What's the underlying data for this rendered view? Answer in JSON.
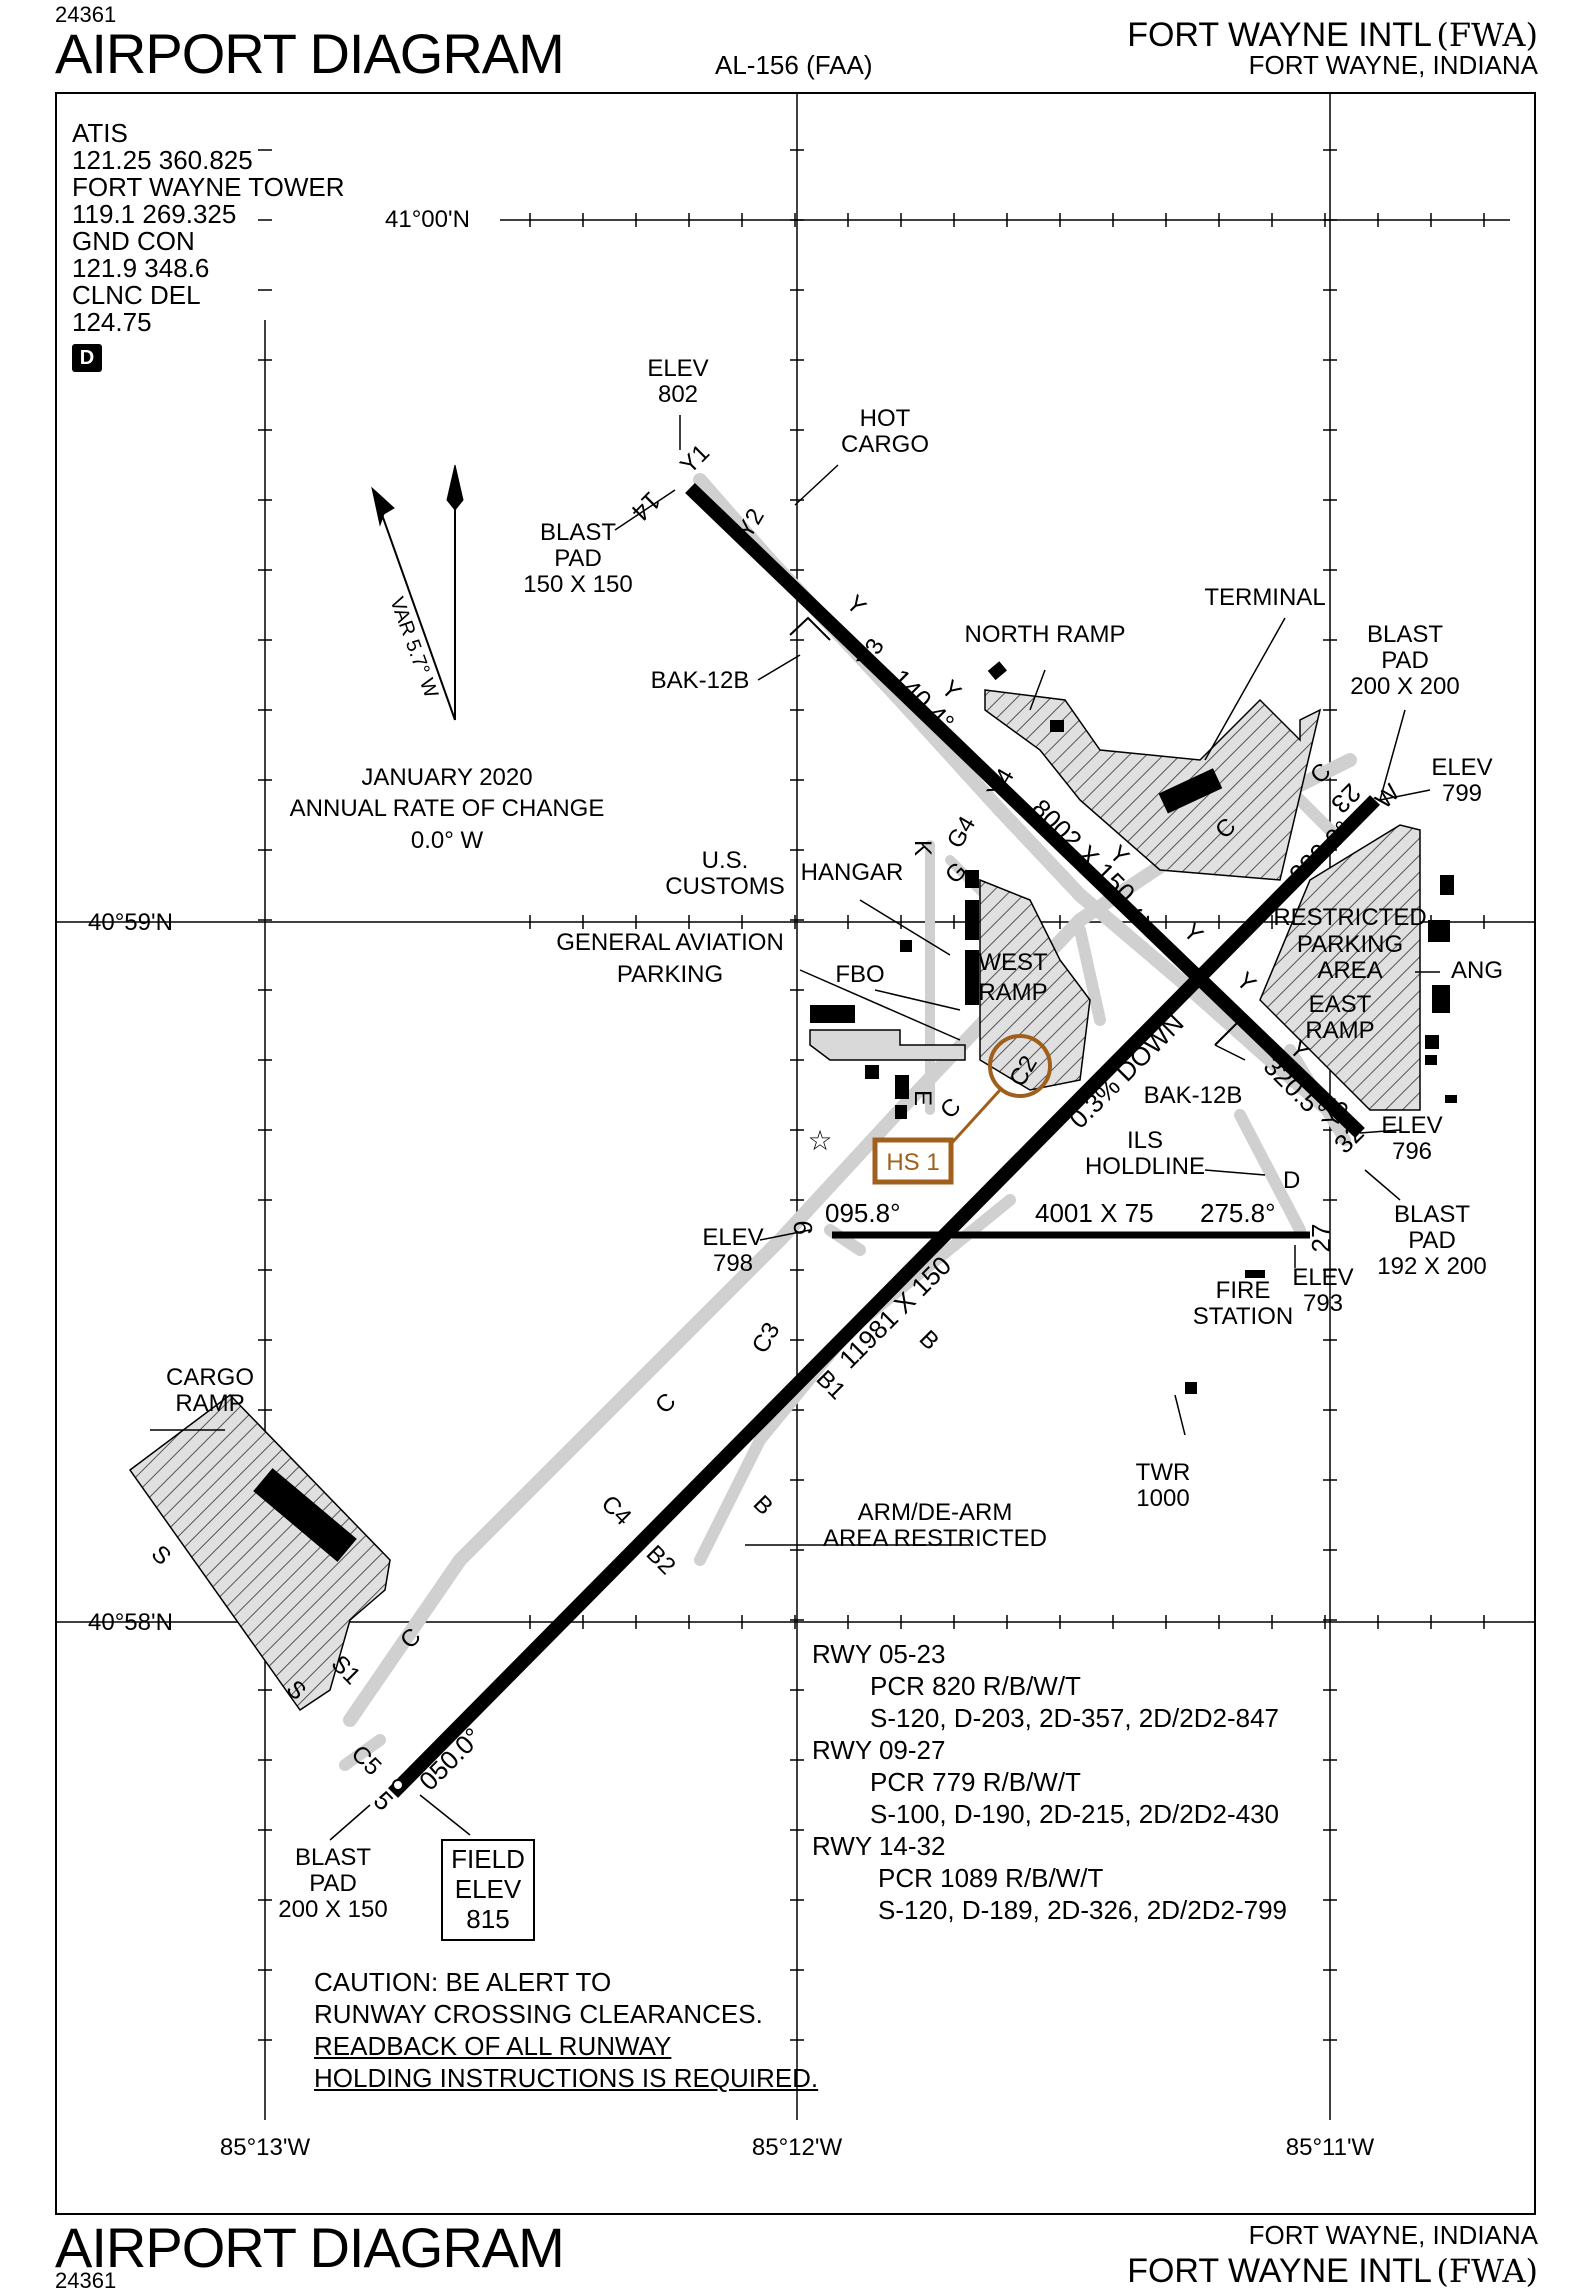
{
  "header": {
    "id_top": "24361",
    "title_top": "AIRPORT DIAGRAM",
    "chart_number": "AL-156 (FAA)",
    "airport_name": "FORT WAYNE INTL",
    "airport_code": "(FWA)",
    "city_state": "FORT WAYNE, INDIANA"
  },
  "footer": {
    "title": "AIRPORT DIAGRAM",
    "id": "24361",
    "city_state": "FORT WAYNE, INDIANA",
    "airport_name": "FORT WAYNE INTL",
    "airport_code": "(FWA)"
  },
  "frequencies": [
    {
      "label": "ATIS",
      "value": "121.25  360.825"
    },
    {
      "label": "FORT WAYNE TOWER",
      "value": "119.1  269.325"
    },
    {
      "label": "GND CON",
      "value": "121.9  348.6"
    },
    {
      "label": "CLNC DEL",
      "value": "124.75"
    }
  ],
  "d_badge": "D",
  "coordinates": {
    "lat_top": "41°00'N",
    "lat_mid": "40°59'N",
    "lat_bottom": "40°58'N",
    "lon_left": "85°13'W",
    "lon_mid": "85°12'W",
    "lon_right": "85°11'W"
  },
  "variation": {
    "var_label": "VAR 5.7° W",
    "date": "JANUARY 2020",
    "rate_label": "ANNUAL RATE OF CHANGE",
    "rate_value": "0.0° W"
  },
  "runways": {
    "r05_23": {
      "end_a": "5",
      "end_b": "23",
      "heading_a": "050.0°",
      "heading_b": "230.0°",
      "dims": "11981 X 150",
      "slope": "0.3% DOWN"
    },
    "r14_32": {
      "end_a": "14",
      "end_b": "32",
      "heading_a": "140.4°",
      "heading_b": "320.5°",
      "dims": "8002 X 150"
    },
    "r09_27": {
      "end_a": "9",
      "end_b": "27",
      "heading_a": "095.8°",
      "heading_b": "275.8°",
      "dims": "4001 X 75"
    }
  },
  "labels": {
    "elev_word": "ELEV",
    "elev_802": "802",
    "elev_799": "799",
    "elev_796": "796",
    "elev_798": "798",
    "elev_793": "793",
    "blast_word": "BLAST",
    "pad_word": "PAD",
    "bp_14": "150 X 150",
    "bp_23": "200 X 200",
    "bp_32": "192 X 200",
    "bp_5": "200 X 150",
    "hot_cargo_1": "HOT",
    "hot_cargo_2": "CARGO",
    "bak12b": "BAK-12B",
    "north_ramp": "NORTH RAMP",
    "terminal": "TERMINAL",
    "hangar": "HANGAR",
    "us_customs_1": "U.S.",
    "us_customs_2": "CUSTOMS",
    "ga_parking_1": "GENERAL AVIATION",
    "ga_parking_2": "PARKING",
    "fbo": "FBO",
    "west_ramp_1": "WEST",
    "west_ramp_2": "RAMP",
    "restricted_1": "RESTRICTED",
    "restricted_2": "PARKING",
    "restricted_3": "AREA",
    "ang": "ANG",
    "east_ramp_1": "EAST",
    "east_ramp_2": "RAMP",
    "hs1": "HS 1",
    "ils_1": "ILS",
    "ils_2": "HOLDLINE",
    "fire_1": "FIRE",
    "fire_2": "STATION",
    "twr_1": "TWR",
    "twr_2": "1000",
    "cargo_1": "CARGO",
    "cargo_2": "RAMP",
    "armdearm_1": "ARM/DE-ARM",
    "armdearm_2": "AREA RESTRICTED",
    "field_1": "FIELD",
    "field_2": "ELEV",
    "field_3": "815"
  },
  "taxiways": {
    "y": "Y",
    "y1": "Y1",
    "y2": "Y2",
    "y3": "Y3",
    "y4": "Y4",
    "y5": "Y5",
    "c": "C",
    "c2": "C2",
    "c3": "C3",
    "c4": "C4",
    "c5": "C5",
    "b": "B",
    "b1": "B1",
    "b2": "B2",
    "g": "G",
    "g4": "G4",
    "k": "K",
    "e": "E",
    "d": "D",
    "w": "W",
    "s": "S",
    "s1": "S1"
  },
  "runway_table": [
    {
      "rwy": "RWY 05-23",
      "pcr": "PCR 820 R/B/W/T",
      "weights": "S-120, D-203, 2D-357, 2D/2D2-847"
    },
    {
      "rwy": "RWY 09-27",
      "pcr": "PCR 779 R/B/W/T",
      "weights": "S-100, D-190, 2D-215, 2D/2D2-430"
    },
    {
      "rwy": "RWY 14-32",
      "pcr": "PCR 1089 R/B/W/T",
      "weights": "S-120, D-189, 2D-326, 2D/2D2-799"
    }
  ],
  "caution": {
    "line1": "CAUTION:  BE ALERT TO",
    "line2": "RUNWAY CROSSING CLEARANCES.",
    "line3": "READBACK OF ALL RUNWAY",
    "line4": "HOLDING INSTRUCTIONS IS REQUIRED."
  },
  "colors": {
    "hotspot": "#a0601c",
    "taxiway": "#d0d0d0",
    "ramp_fill": "#d9d9d9"
  }
}
